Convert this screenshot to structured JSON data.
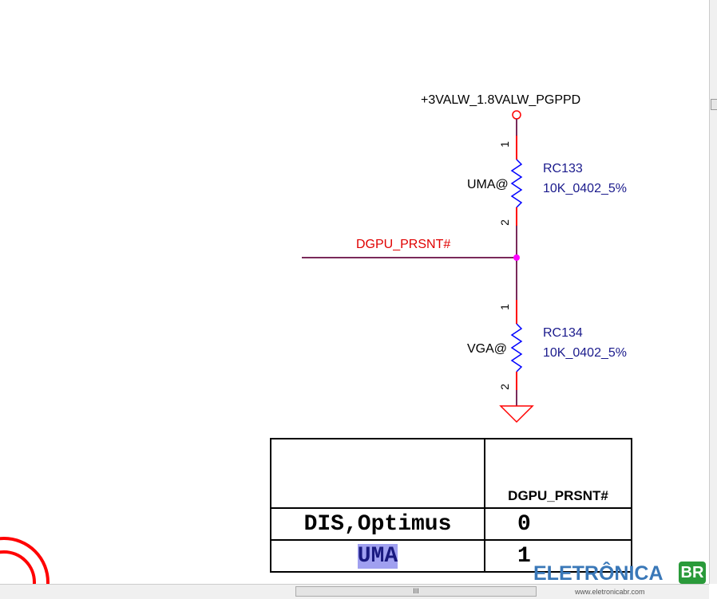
{
  "schematic": {
    "power_net": "+3VALW_1.8VALW_PGPPD",
    "signal_net": "DGPU_PRSNT#",
    "resistors": [
      {
        "ref": "RC133",
        "value": "10K_0402_5%",
        "variant": "UMA@",
        "pin_top": "1",
        "pin_bottom": "2"
      },
      {
        "ref": "RC134",
        "value": "10K_0402_5%",
        "variant": "VGA@",
        "pin_top": "1",
        "pin_bottom": "2"
      }
    ]
  },
  "table": {
    "header": "DGPU_PRSNT#",
    "rows": [
      {
        "mode": "DIS,Optimus",
        "value": "0"
      },
      {
        "mode": "UMA",
        "value": "1"
      }
    ]
  },
  "watermark": {
    "brand": "ELETRÔNICA",
    "badge": "BR",
    "url": "www.eletronicabr.com"
  },
  "scrollbar": {
    "grip": "III"
  }
}
